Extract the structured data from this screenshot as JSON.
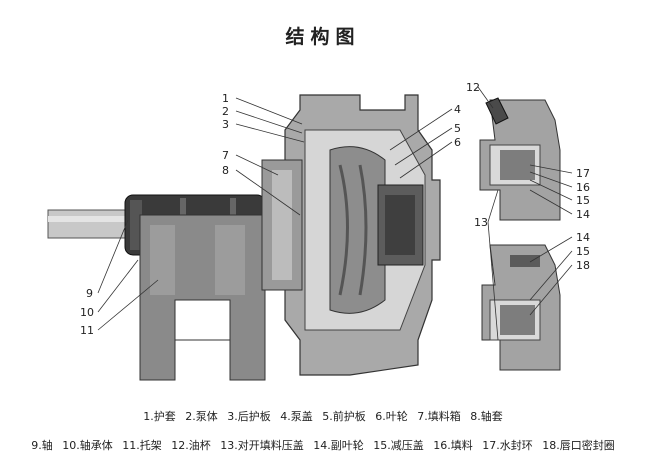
{
  "title": "结构图",
  "callouts": [
    "1",
    "2",
    "3",
    "4",
    "5",
    "6",
    "7",
    "8",
    "9",
    "10",
    "11",
    "12",
    "13",
    "14",
    "15",
    "16",
    "17",
    "18"
  ],
  "legend": {
    "row1": [
      "1.护套",
      "2.泵体",
      "3.后护板",
      "4.泵盖",
      "5.前护板",
      "6.叶轮",
      "7.填料箱",
      "8.轴套"
    ],
    "row2": [
      "9.轴",
      "10.轴承体",
      "11.托架",
      "12.油杯",
      "13.对开填料压盖",
      "14.副叶轮",
      "15.减压盖",
      "16.填料",
      "17.水封环",
      "18.唇口密封圈"
    ]
  }
}
